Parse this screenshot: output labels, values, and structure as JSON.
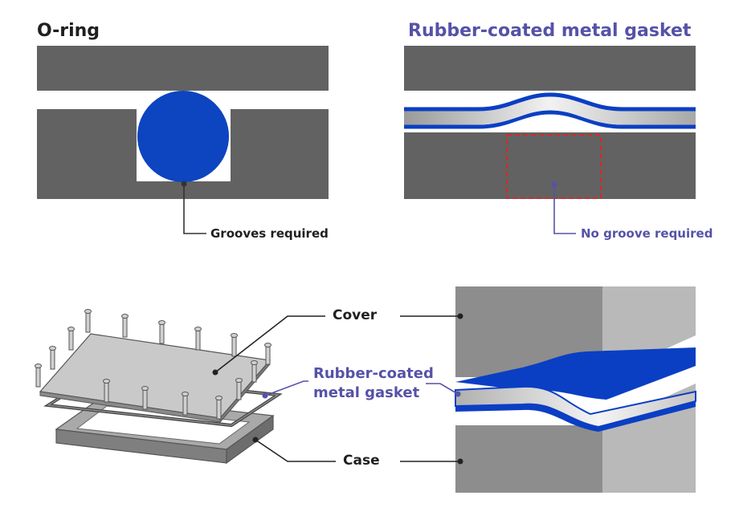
{
  "top_left": {
    "title": "O-ring",
    "callout": "Grooves required"
  },
  "top_right": {
    "title": "Rubber-coated metal gasket",
    "callout": "No groove required"
  },
  "bottom": {
    "cover_label": "Cover",
    "case_label": "Case",
    "gasket_label_line1": "Rubber-coated",
    "gasket_label_line2": "metal gasket"
  },
  "colors": {
    "plate_gray": "#626262",
    "oring_blue": "#0c45bf",
    "gasket_blue": "#0a3fc4",
    "accent_purple": "#5552a8",
    "dashed_red": "#d32a2a",
    "block_gray": "#8d8d8d"
  }
}
